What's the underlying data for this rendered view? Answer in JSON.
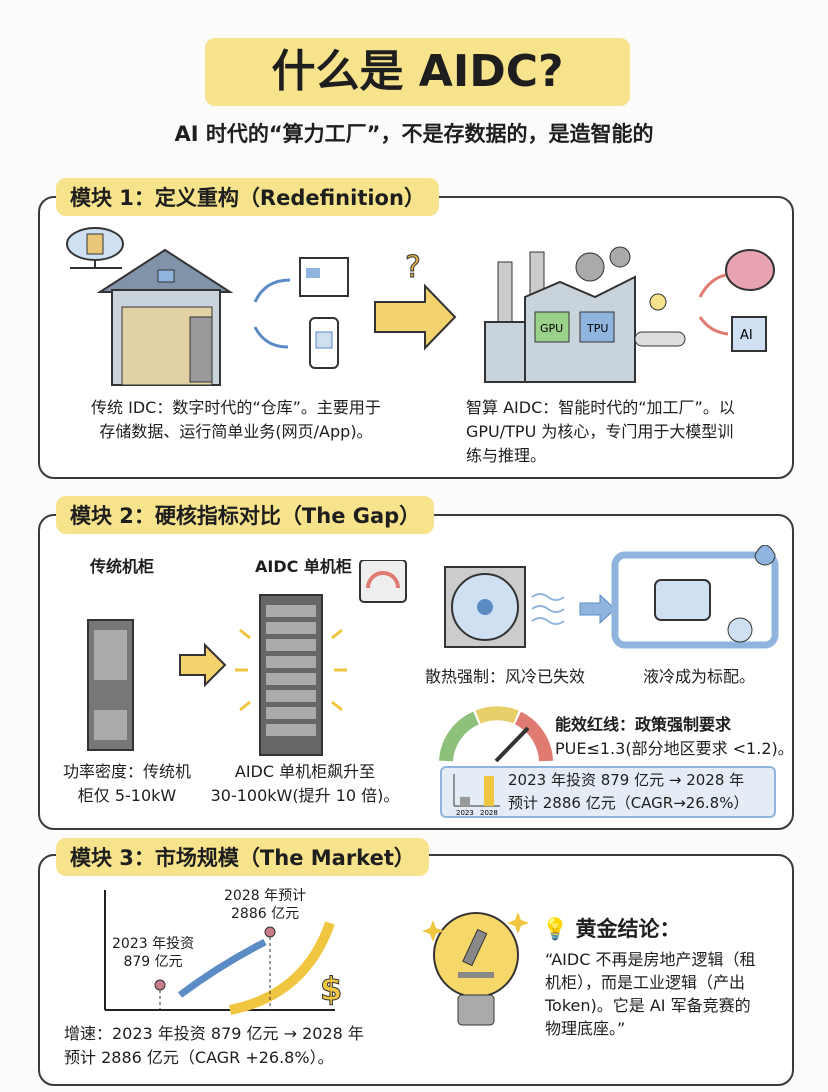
{
  "title": "什么是 AIDC?",
  "subtitle": "AI 时代的“算力工厂”，不是存数据的，是造智能的",
  "module1": {
    "header": "模块 1：定义重构（Redefinition）",
    "left_caption_1": "传统 IDC：数字时代的“仓库”。主要用于",
    "left_caption_2": "存储数据、运行简单业务(网页/App)。",
    "right_caption_1": "智算 AIDC：智能时代的“加工厂”。以",
    "right_caption_2": "GPU/TPU 为核心，专门用于大模型训",
    "right_caption_3": "练与推理。",
    "chip_gpu": "GPU",
    "chip_tpu": "TPU",
    "chip_ai": "AI",
    "question": "?"
  },
  "module2": {
    "header": "模块 2：硬核指标对比（The Gap）",
    "traditional_label": "传统机柜",
    "aidc_label": "AIDC 单机柜",
    "traditional_caption_1": "功率密度：传统机",
    "traditional_caption_2": "柜仅 5-10kW",
    "aidc_caption_1": "AIDC 单机柜飙升至",
    "aidc_caption_2": "30-100kW(提升 10 倍)。",
    "cooling_caption_1": "散热强制：风冷已失效",
    "cooling_caption_2": "液冷成为标配。",
    "pue_caption_1": "能效红线：政策强制要求",
    "pue_caption_2": "PUE≤1.3(部分地区要求 <1.2)。",
    "invest_line_1": "2023 年投资 879 亿元 → 2028 年",
    "invest_line_2": "预计 2886 亿元（CAGR→26.8%）",
    "mini_chart": {
      "labels": [
        "2023",
        "2028"
      ],
      "values": [
        879,
        2886
      ]
    }
  },
  "module3": {
    "header": "模块 3：市场规模（The Market）",
    "point_2023": [
      "2023 年投资",
      "879 亿元"
    ],
    "point_2028": [
      "2028 年预计",
      "2886 亿元"
    ],
    "growth_1": "增速：2023 年投资 879 亿元 → 2028 年",
    "growth_2": "预计 2886 亿元（CAGR +26.8%）。",
    "dollar": "$",
    "conclusion_title": "黄金结论：",
    "quote": [
      "“AIDC 不再是房地产逻辑（租",
      "机柜），而是工业逻辑（产出",
      "Token)。它是 AI 军备竞赛的",
      "物理底座。”"
    ]
  },
  "colors": {
    "highlight": "#f6e38c",
    "border": "#3a3a3a",
    "blue": "#8fb4dd",
    "red": "#e07b72",
    "green": "#8dc07a"
  }
}
